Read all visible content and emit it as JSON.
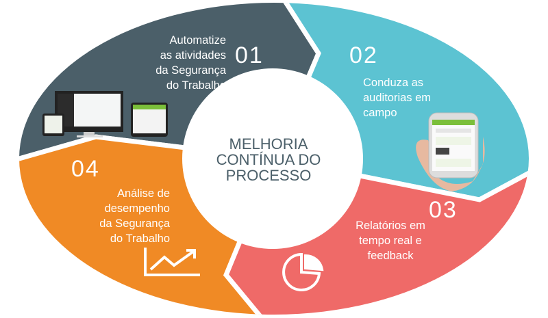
{
  "center": {
    "lines": [
      "MELHORIA",
      "CONTÍNUA DO",
      "PROCESSO"
    ]
  },
  "steps": [
    {
      "number": "01",
      "lines": [
        "Automatize",
        "as atividades",
        "da Segurança",
        "do Trabalho"
      ],
      "color": "#4b5f69",
      "icon": "devices-icon"
    },
    {
      "number": "02",
      "lines": [
        "Conduza as",
        "auditorias em",
        "campo"
      ],
      "color": "#5cc3d2",
      "icon": "smartphone-in-hand-icon"
    },
    {
      "number": "03",
      "lines": [
        "Relatórios em",
        "tempo real e",
        "feedback"
      ],
      "color": "#ef6a68",
      "icon": "pie-chart-icon"
    },
    {
      "number": "04",
      "lines": [
        "Análise de",
        "desempenho",
        "da Segurança",
        "do Trabalho"
      ],
      "color": "#f08a25",
      "icon": "trend-chart-icon"
    }
  ]
}
